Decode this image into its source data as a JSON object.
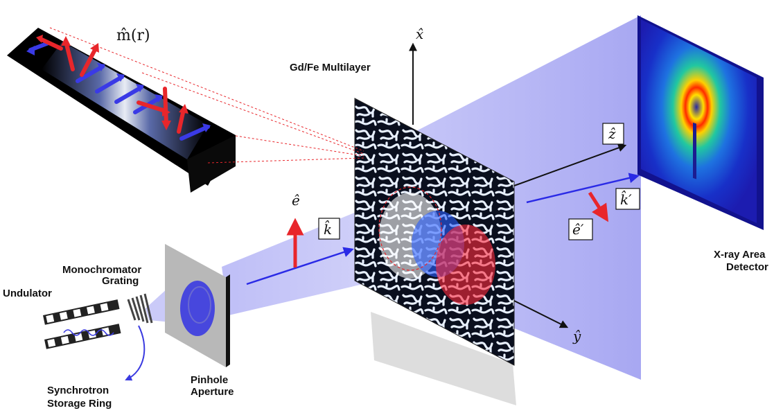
{
  "labels": {
    "magnetization": "m̂(r)",
    "sample": "Gd/Fe Multilayer",
    "monochromator_line1": "Monochromator",
    "monochromator_line2": "Grating",
    "undulator": "Undulator",
    "synchrotron_line1": "Synchrotron",
    "synchrotron_line2": "Storage Ring",
    "pinhole_line1": "Pinhole",
    "pinhole_line2": "Aperture",
    "detector_line1": "X-ray Area",
    "detector_line2": "Detector"
  },
  "axes": {
    "x": "x̂",
    "y": "ŷ",
    "z": "ẑ"
  },
  "vectors": {
    "incident_polarization": "ê",
    "incident_wavevector": "k̂",
    "scattered_polarization": "ê′",
    "scattered_wavevector": "k̂′"
  },
  "colors": {
    "beam_blue": "#2a2ae6",
    "polarization_red": "#e8262b",
    "beam_glow": "#8a8af0",
    "axis": "#111111",
    "detector_blue": "#1c1cc8"
  }
}
